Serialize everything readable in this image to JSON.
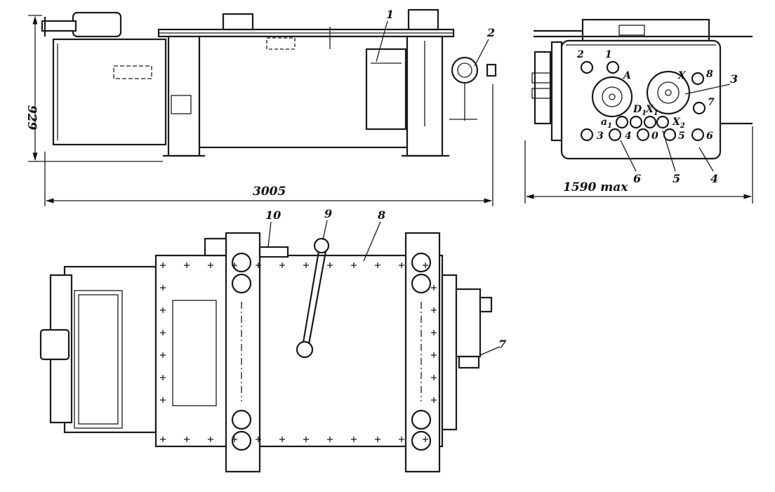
{
  "dimensions": {
    "overall_length": "3005",
    "height": "929",
    "width": "1590 max"
  },
  "callouts": [
    "1",
    "2",
    "3",
    "4",
    "5",
    "6",
    "7",
    "8",
    "9",
    "10"
  ],
  "end_view_labels": {
    "a": "A",
    "x": "X",
    "a1": "a",
    "a1_sub": "1",
    "d": "D",
    "d_sub": "1",
    "x1": "X",
    "x1_sub": "1",
    "x2": "X",
    "x2_sub": "2",
    "n1": "1",
    "n2": "2",
    "n3": "3",
    "n4": "4",
    "n0": "0",
    "n5": "5",
    "n6": "6",
    "n7": "7",
    "n8": "8"
  }
}
